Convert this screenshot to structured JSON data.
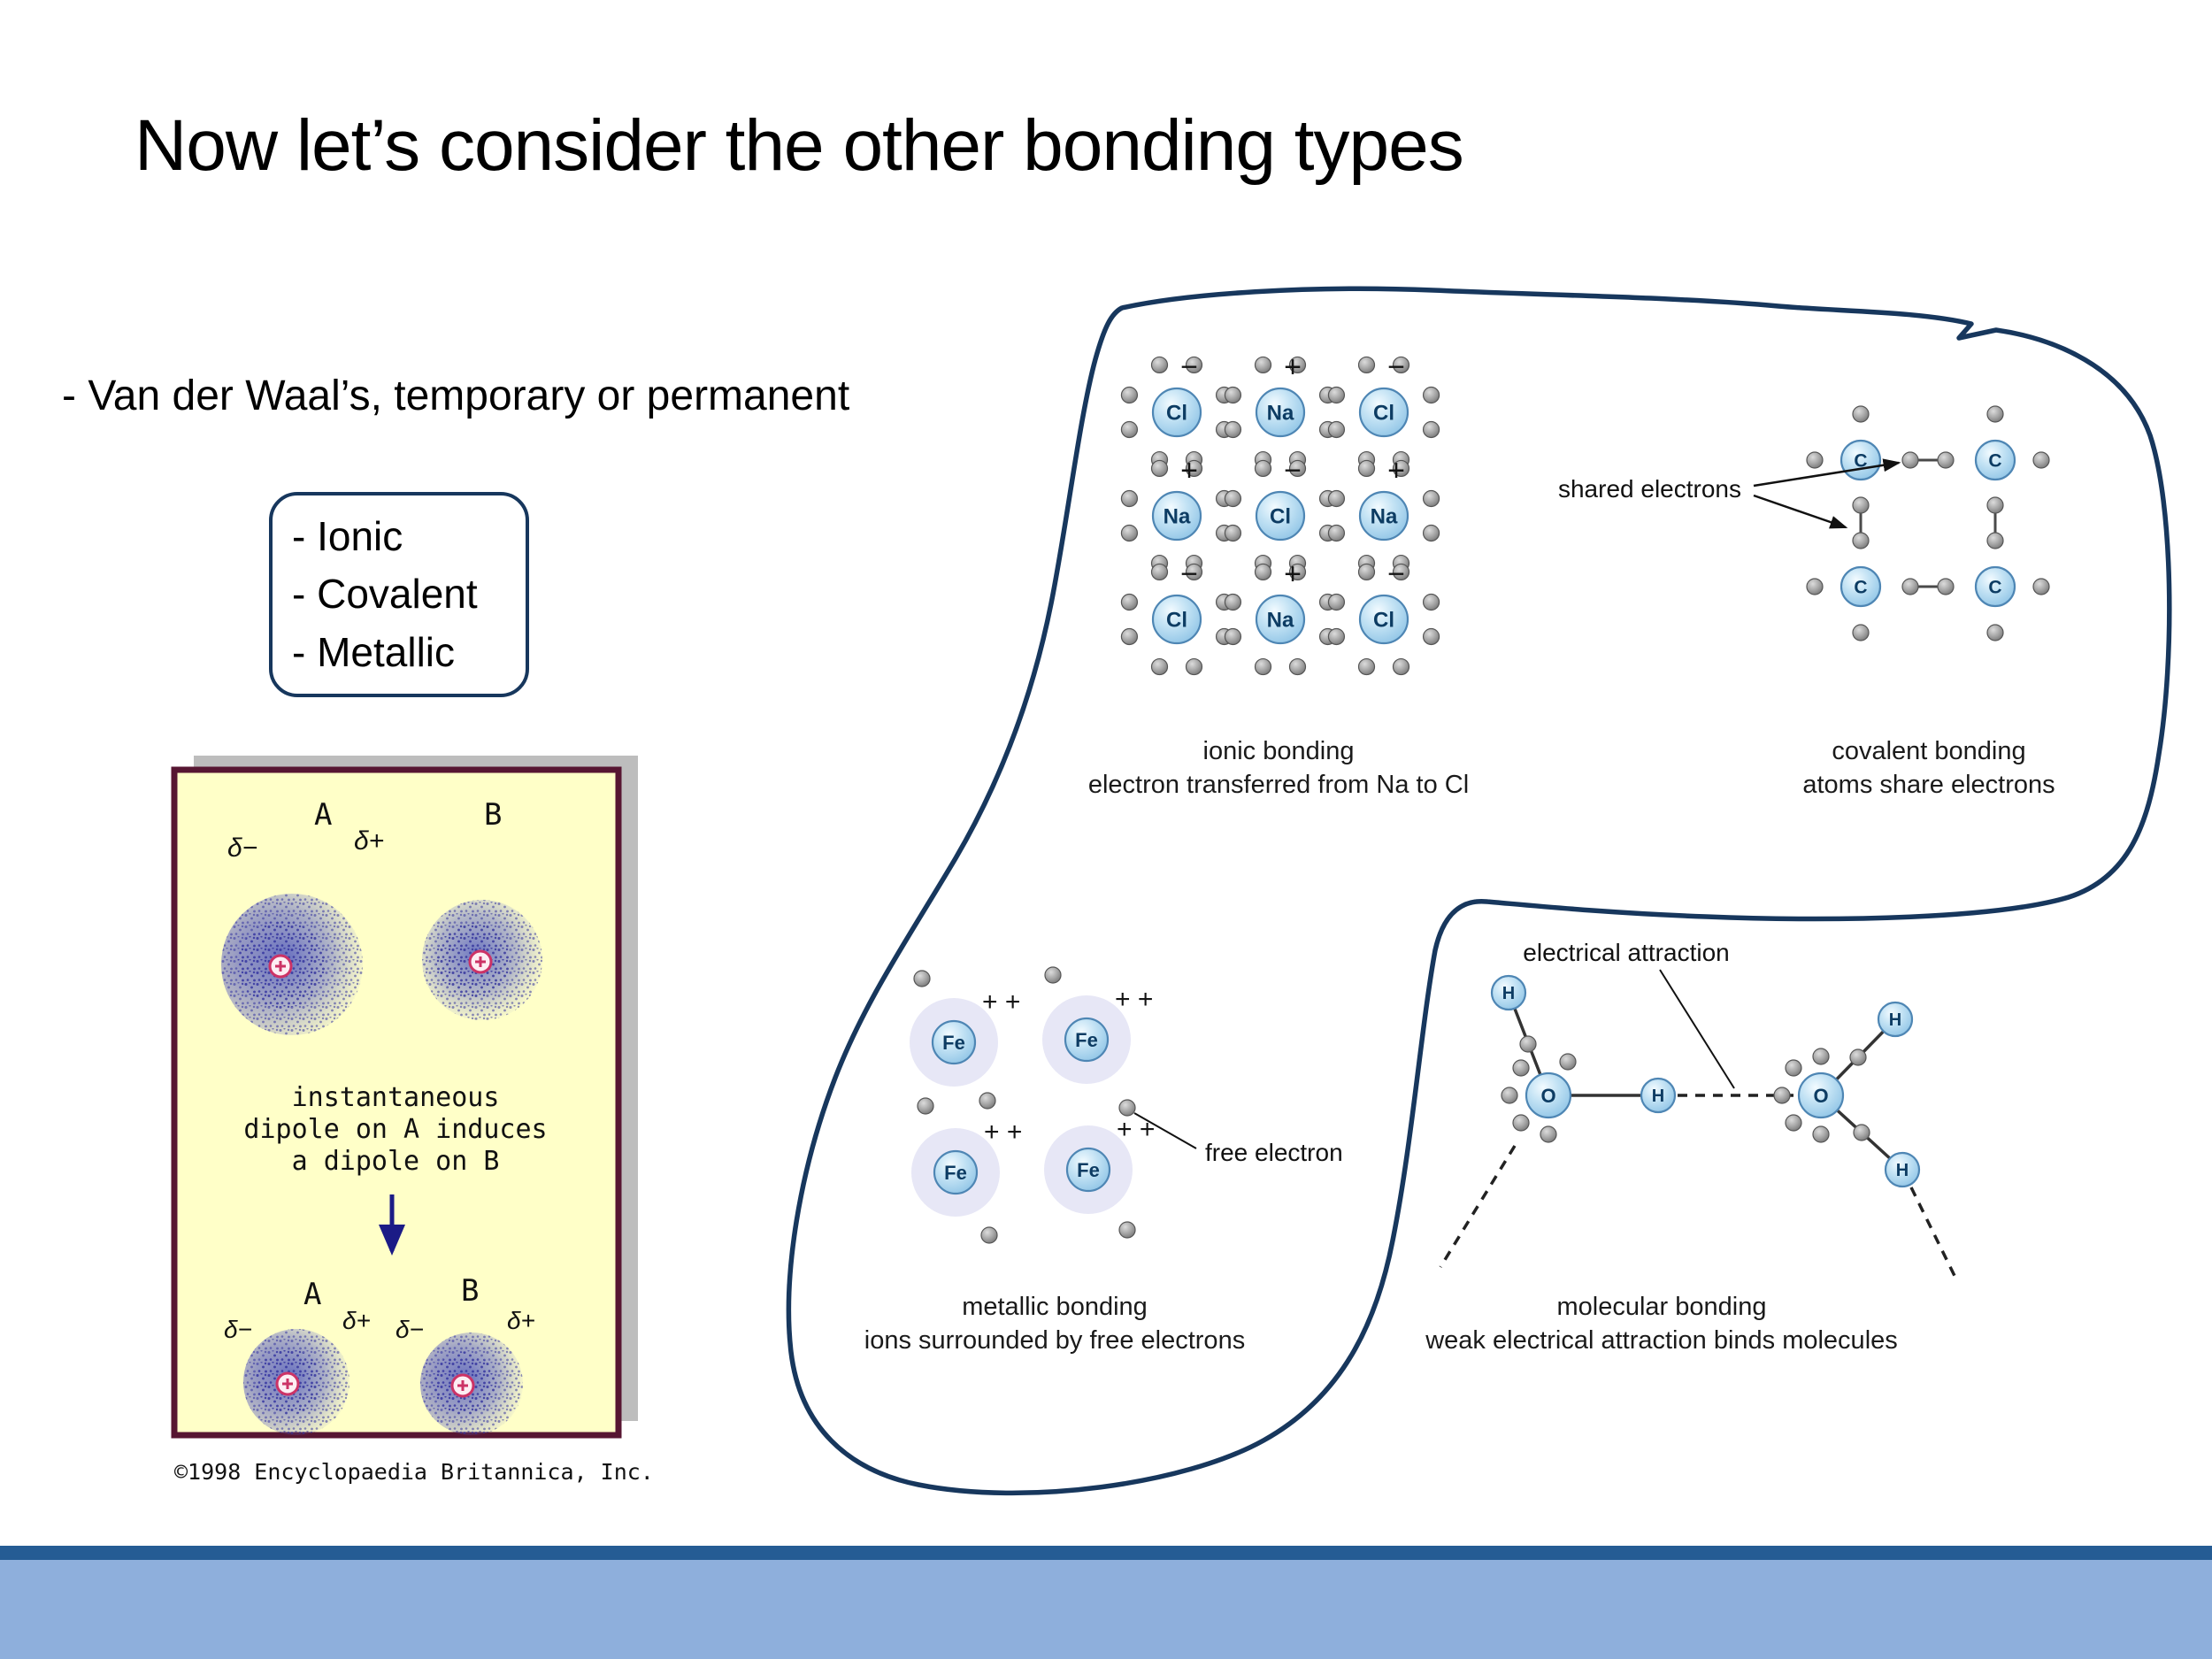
{
  "slide": {
    "title": "Now let’s consider the other bonding types",
    "bullet": "- Van der Waal’s, temporary or permanent",
    "box_items": [
      "- Ionic",
      "- Covalent",
      "- Metallic"
    ]
  },
  "britannica": {
    "label_a": "A",
    "label_b": "B",
    "delta_minus": "δ−",
    "delta_plus": "δ+",
    "caption_lines": [
      "instantaneous",
      "dipole on A induces",
      "a dipole on B"
    ],
    "copyright": "©1998 Encyclopaedia Britannica, Inc."
  },
  "diagrams": {
    "ionic": {
      "grid": [
        [
          "Cl",
          "Na",
          "Cl"
        ],
        [
          "Na",
          "Cl",
          "Na"
        ],
        [
          "Cl",
          "Na",
          "Cl"
        ]
      ],
      "charges": [
        [
          "−",
          "+",
          "−"
        ],
        [
          "+",
          "−",
          "+"
        ],
        [
          "−",
          "+",
          "−"
        ]
      ],
      "caption": [
        "ionic bonding",
        "electron transferred from Na to Cl"
      ]
    },
    "covalent": {
      "atom": "C",
      "callout": "shared electrons",
      "caption": [
        "covalent bonding",
        "atoms share electrons"
      ]
    },
    "metallic": {
      "atom": "Fe",
      "charge": "+ +",
      "callout": "free electron",
      "caption": [
        "metallic bonding",
        "ions surrounded by free electrons"
      ]
    },
    "molecular": {
      "oxygen": "O",
      "hydrogen": "H",
      "callout": "electrical attraction",
      "caption": [
        "molecular bonding",
        "weak electrical attraction binds molecules"
      ]
    }
  },
  "colors": {
    "accent_navy": "#17375d",
    "footer_dark": "#255c94",
    "footer_light": "#8eafdc",
    "atom_blue": "#a9d3ee",
    "electron_gray": "#8a8a8a",
    "halo_lavender": "#e7e7f6",
    "figure_bg": "#ffffc8",
    "figure_border": "#571632",
    "dipole_marker": "#cc3366"
  }
}
